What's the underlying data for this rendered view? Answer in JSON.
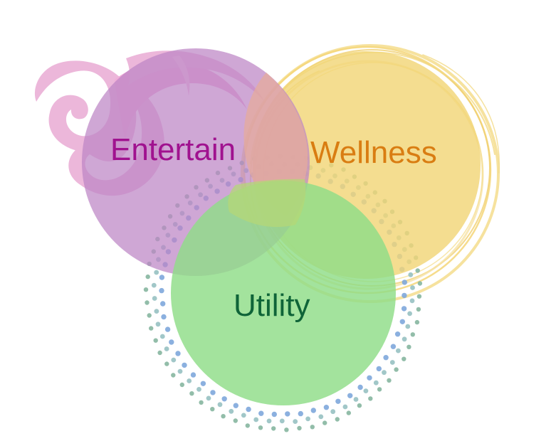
{
  "venn": {
    "entertain": {
      "label": "Entertain",
      "color": "#a0128f",
      "fill": "#c27fc9"
    },
    "wellness": {
      "label": "Wellness",
      "color": "#d97d12",
      "fill": "#f2d677"
    },
    "utility": {
      "label": "Utility",
      "color": "#0f6438",
      "fill": "#8ed98a"
    }
  },
  "decorations": {
    "entertain": "pink-swirl-ornament",
    "wellness": "concentric-ring-ornament",
    "utility": "dotted-ring-ornament"
  }
}
